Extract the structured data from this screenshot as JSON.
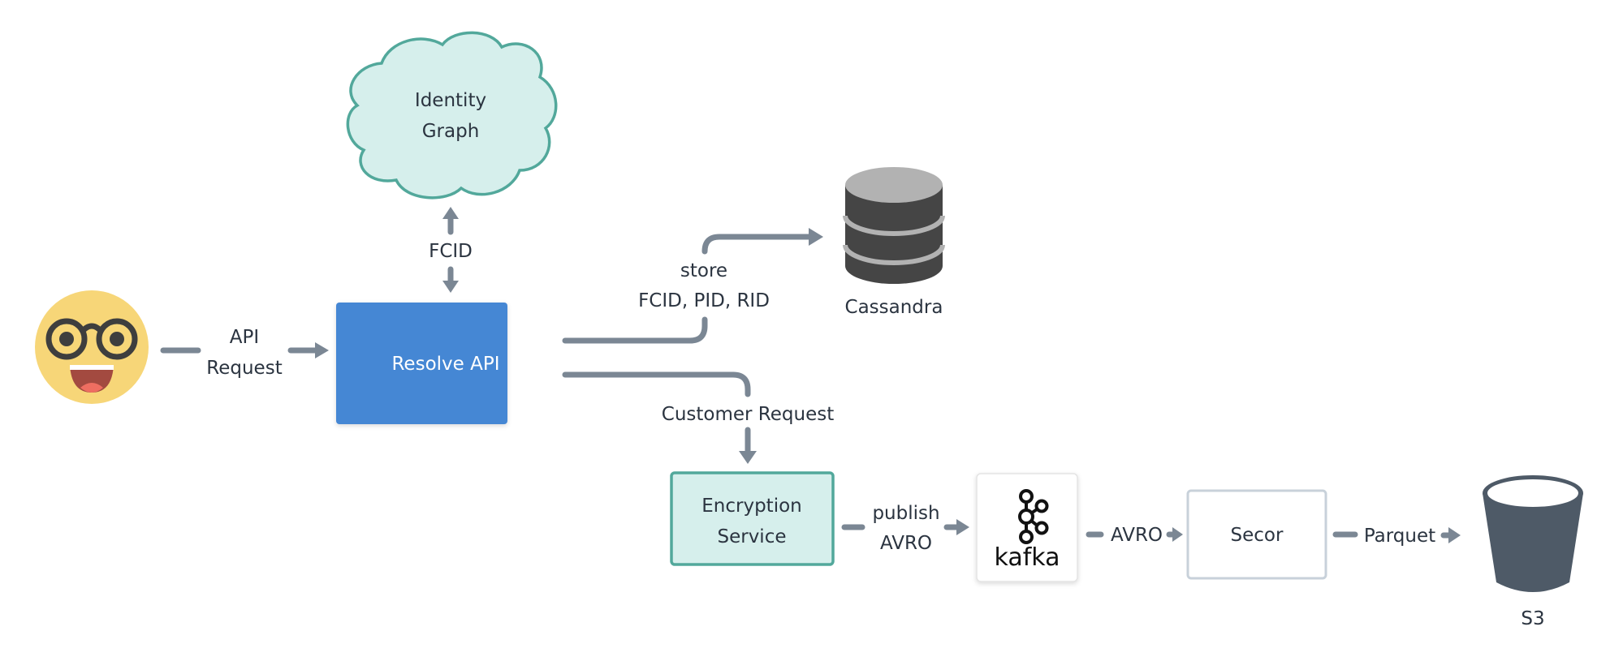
{
  "diagram": {
    "type": "architecture-flow",
    "nodes": {
      "user": {
        "label": "",
        "icon": "nerd-face-emoji"
      },
      "identity_graph": {
        "line1": "Identity",
        "line2": "Graph",
        "shape": "cloud"
      },
      "resolve_api": {
        "label": "Resolve API",
        "shape": "rectangle"
      },
      "cassandra": {
        "label": "Cassandra",
        "icon": "database-cylinder-icon"
      },
      "encryption_service": {
        "line1": "Encryption",
        "line2": "Service",
        "shape": "rectangle"
      },
      "kafka": {
        "label": "kafka",
        "icon": "kafka-logo-icon"
      },
      "secor": {
        "label": "Secor",
        "shape": "rectangle"
      },
      "s3": {
        "label": "S3",
        "icon": "s3-bucket-icon"
      }
    },
    "edges": {
      "api_request": {
        "line1": "API",
        "line2": "Request",
        "from": "user",
        "to": "resolve_api"
      },
      "fcid": {
        "label": "FCID",
        "from": "resolve_api",
        "to": "identity_graph",
        "bidirectional": true
      },
      "store": {
        "line1": "store",
        "line2": "FCID, PID, RID",
        "from": "resolve_api",
        "to": "cassandra"
      },
      "customer_request": {
        "label": "Customer Request",
        "from": "resolve_api",
        "to": "encryption_service"
      },
      "publish": {
        "line1": "publish",
        "line2": "AVRO",
        "from": "encryption_service",
        "to": "kafka"
      },
      "avro": {
        "label": "AVRO",
        "from": "kafka",
        "to": "secor"
      },
      "parquet": {
        "label": "Parquet",
        "from": "secor",
        "to": "s3"
      }
    },
    "colors": {
      "resolve_api_fill": "#4587d4",
      "cloud_fill": "#d6efec",
      "cloud_stroke": "#52a89b",
      "encryption_fill": "#d6efec",
      "encryption_stroke": "#52a89b",
      "edge": "#7b8794",
      "text": "#2b3440",
      "cassandra_body": "#454545",
      "cassandra_top": "#b2b2b2",
      "s3_body": "#4e5a67",
      "face_yellow": "#f7d678"
    }
  }
}
